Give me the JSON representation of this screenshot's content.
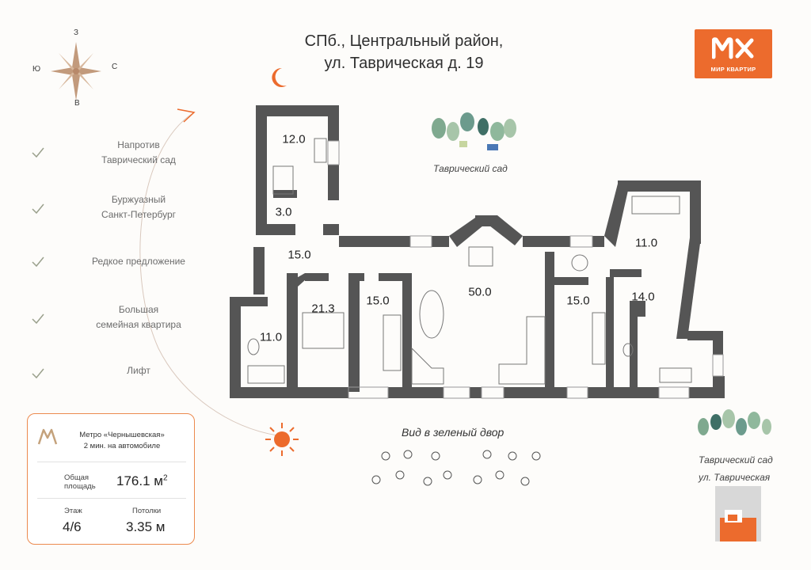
{
  "compass": {
    "north": "З",
    "east": "С",
    "south": "В",
    "west": "Ю"
  },
  "header": {
    "line1": "СПб., Центральный район,",
    "line2": "ул. Таврическая д. 19"
  },
  "logo": {
    "icon": "mir-kvartir-logo-icon",
    "text": "МИР КВАРТИР",
    "color": "#ec6b2d"
  },
  "features": [
    {
      "line1": "Напротив",
      "line2": "Таврический сад"
    },
    {
      "line1": "Буржуазный",
      "line2": "Санкт-Петербург"
    },
    {
      "line1": "Редкое предложение",
      "line2": ""
    },
    {
      "line1": "Большая",
      "line2": "семейная квартира"
    },
    {
      "line1": "Лифт",
      "line2": ""
    }
  ],
  "rooms": {
    "r12": "12.0",
    "r3": "3.0",
    "r15_hall": "15.0",
    "r11_bath": "11.0",
    "r21": "21.3",
    "r15_mid": "15.0",
    "r50": "50.0",
    "r15_kitchen": "15.0",
    "r11_right": "11.0",
    "r14": "14.0"
  },
  "garden_top_caption": "Таврический сад",
  "view_caption": "Вид в зеленый двор",
  "map_inset": {
    "caption1": "Таврический сад",
    "caption2": "ул. Таврическая"
  },
  "info": {
    "metro_line1": "Метро «Чернышевская»",
    "metro_line2": "2 мин. на автомобиле",
    "area_label1": "Общая",
    "area_label2": "площадь",
    "area_value": "176.1 м",
    "area_sup": "2",
    "floor_label": "Этаж",
    "floor_value": "4/6",
    "ceiling_label": "Потолки",
    "ceiling_value": "3.35 м"
  },
  "colors": {
    "wall": "#555555",
    "accent": "#ec6b2d",
    "tree": "#7fa98f",
    "tree_dark": "#3f6f66"
  }
}
